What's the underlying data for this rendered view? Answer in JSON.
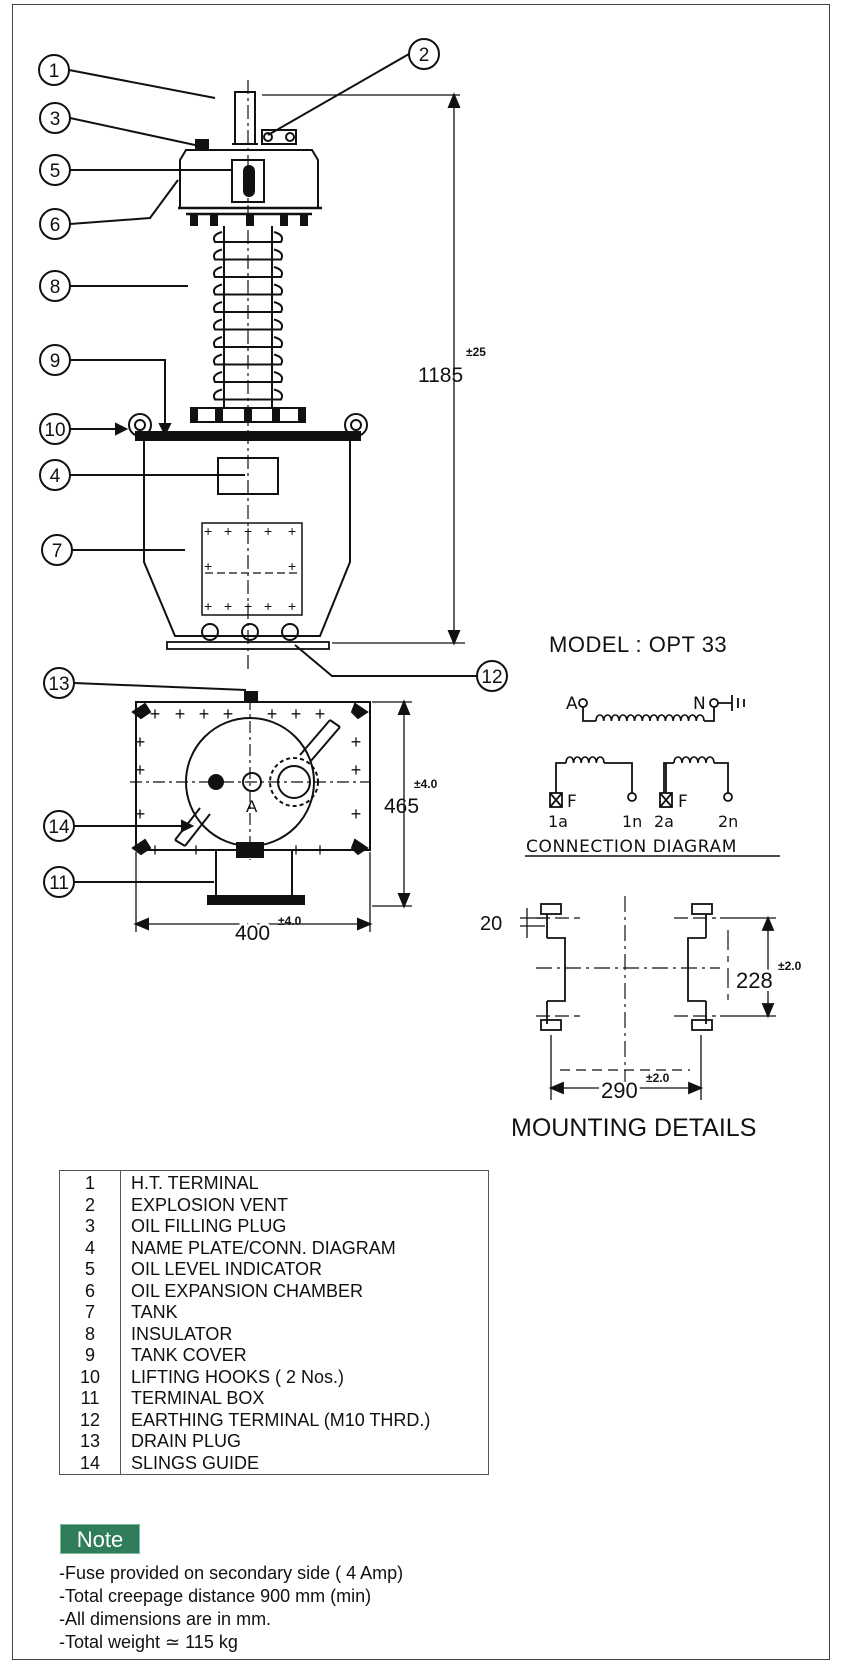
{
  "callouts": [
    "1",
    "2",
    "3",
    "4",
    "5",
    "6",
    "7",
    "8",
    "9",
    "10",
    "11",
    "12",
    "13",
    "14"
  ],
  "dimensions": {
    "height_value": "1185",
    "height_tol": "±25",
    "depth_value": "465",
    "depth_tol": "±4.0",
    "width_value": "400",
    "width_tol": "±4.0",
    "section_label": "A",
    "mount_flange": "20",
    "mount_spacing": "228",
    "mount_spacing_tol": "±2.0",
    "mount_width": "290",
    "mount_width_tol": "±2.0"
  },
  "model_label": "MODEL : OPT 33",
  "connection": {
    "title": "CONNECTION DIAGRAM",
    "terminal_a": "A",
    "terminal_n": "N",
    "fuse_1": "F",
    "fuse_2": "F",
    "t_1a": "1a",
    "t_1n": "1n",
    "t_2a": "2a",
    "t_2n": "2n"
  },
  "mounting_title": "MOUNTING DETAILS",
  "parts": [
    {
      "no": "1",
      "name": "H.T. TERMINAL"
    },
    {
      "no": "2",
      "name": "EXPLOSION VENT"
    },
    {
      "no": "3",
      "name": "OIL FILLING PLUG"
    },
    {
      "no": "4",
      "name": "NAME PLATE/CONN. DIAGRAM"
    },
    {
      "no": "5",
      "name": "OIL LEVEL INDICATOR"
    },
    {
      "no": "6",
      "name": "OIL EXPANSION CHAMBER"
    },
    {
      "no": "7",
      "name": "TANK"
    },
    {
      "no": "8",
      "name": "INSULATOR"
    },
    {
      "no": "9",
      "name": "TANK COVER"
    },
    {
      "no": "10",
      "name": "LIFTING HOOKS ( 2 Nos.)"
    },
    {
      "no": "11",
      "name": "TERMINAL BOX"
    },
    {
      "no": "12",
      "name": "EARTHING TERMINAL (M10 THRD.)"
    },
    {
      "no": "13",
      "name": "DRAIN PLUG"
    },
    {
      "no": "14",
      "name": "SLINGS GUIDE"
    }
  ],
  "note_label": "Note",
  "notes": [
    "-Fuse provided on secondary side ( 4 Amp)",
    "-Total creepage distance 900 mm (min)",
    "-All dimensions are in mm.",
    "-Total weight ≃ 115 kg"
  ]
}
